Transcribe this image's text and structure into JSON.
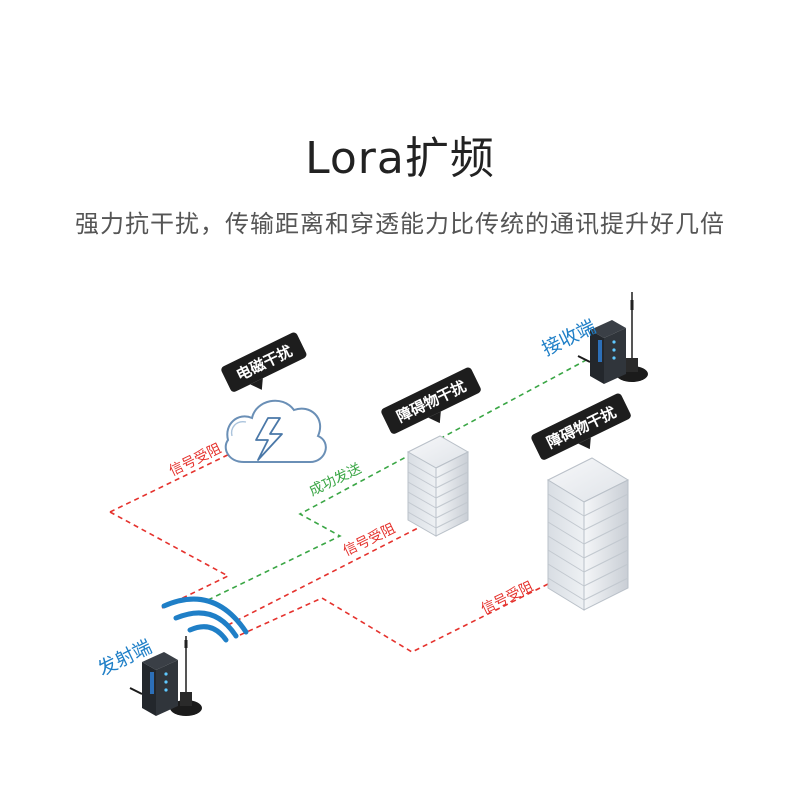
{
  "header": {
    "title": "Lora扩频",
    "subtitle": "强力抗干扰，传输距离和穿透能力比传统的通讯提升好几倍"
  },
  "diagram": {
    "labels": {
      "transmitter": "发射端",
      "receiver": "接收端",
      "emi": "电磁干扰",
      "obstacle_1": "障碍物干扰",
      "obstacle_2": "障碍物干扰",
      "blocked_1": "信号受阻",
      "blocked_2": "信号受阻",
      "blocked_3": "信号受阻",
      "success": "成功发送"
    },
    "colors": {
      "blocked": "#e5322d",
      "success": "#3aa645",
      "endpoint": "#1f7fc7",
      "callout": "#1d1d1d",
      "wave": "#1f7fc7"
    },
    "icons": [
      "cloud-lightning-icon",
      "building-icon",
      "lora-device-icon",
      "signal-wave-icon"
    ]
  }
}
